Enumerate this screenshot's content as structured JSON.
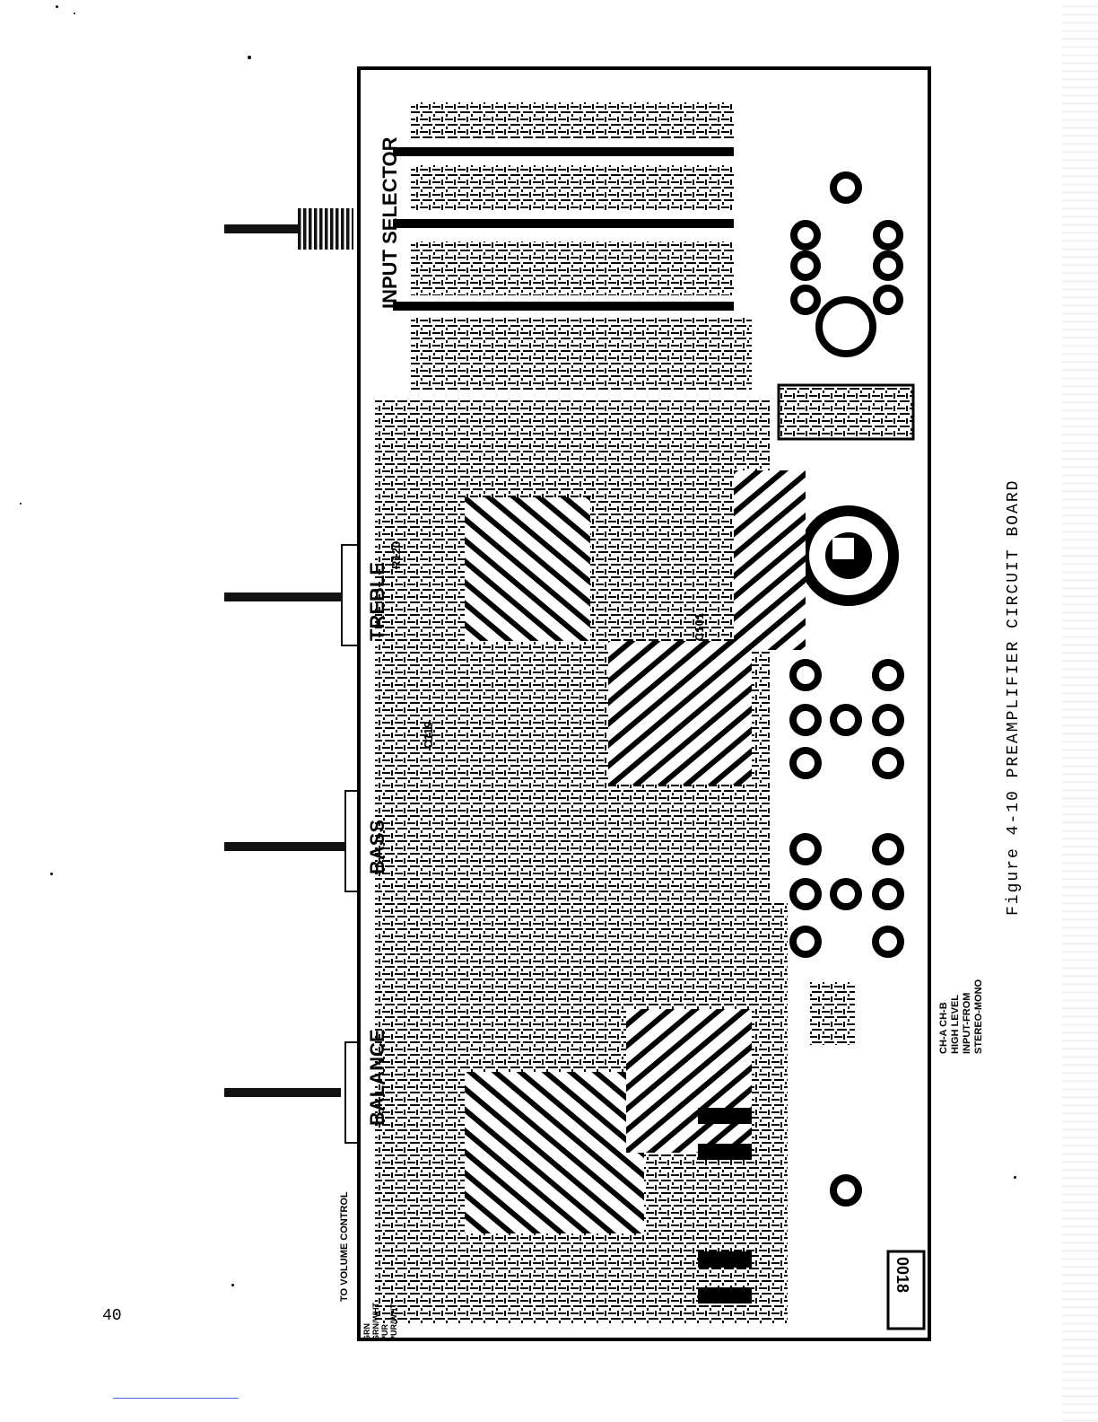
{
  "page": {
    "page_number": "40",
    "figure_caption": "Figure 4-10   PREAMPLIFIER CIRCUIT BOARD"
  },
  "labels": {
    "connector_lines": [
      "CH-A  CH-B",
      "HIGH LEVEL",
      "INPUT-FROM",
      "STEREO-MONO"
    ],
    "volume_control": "TO VOLUME CONTROL",
    "wire_colors": [
      "GRN",
      "GRN/WHT",
      "PUR",
      "PUR/WHT"
    ]
  },
  "board": {
    "control_labels": [
      "INPUT SELECTOR",
      "TREBLE",
      "BASS",
      "BALANCE"
    ],
    "component_labels": [
      "C101",
      "C119",
      "R120",
      "0018"
    ]
  }
}
